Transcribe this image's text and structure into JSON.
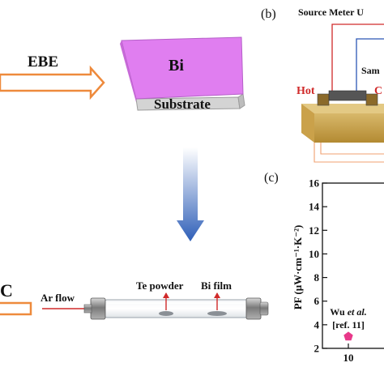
{
  "panel_a": {
    "step1_method": "EBE",
    "film_label": "Bi",
    "substrate_label": "Substrate",
    "step2_prefix": "C",
    "ar_flow_label": "Ar flow",
    "te_powder_label": "Te powder",
    "bi_film_label": "Bi film",
    "colors": {
      "film": "#e07ef0",
      "film_top": "#ee97f7",
      "substrate": "#d4d4d4",
      "arrow_outline": "#ee8a3c",
      "process_arrow": "#3c6cc0"
    }
  },
  "panel_b": {
    "label": "(b)",
    "title": "Source Meter U",
    "hot_label": "Hot",
    "cold_label": "C",
    "sample_label": "Sam"
  },
  "panel_c": {
    "label": "(c)",
    "ylabel": "PF (μW·cm⁻¹·K⁻²)",
    "ref_author": "Wu et al.",
    "ref_tag": "[ref. 11]",
    "chart_data": {
      "type": "scatter",
      "ylabel": "PF (μW·cm⁻¹·K⁻²)",
      "ylim": [
        2,
        16
      ],
      "yticks": [
        "2",
        "4",
        "6",
        "8",
        "10",
        "12",
        "14",
        "16"
      ],
      "xticks": [
        "10"
      ],
      "points": [
        {
          "x": 10,
          "y": 3.0,
          "marker": "pentagon",
          "color": "#e8388a"
        }
      ]
    }
  }
}
